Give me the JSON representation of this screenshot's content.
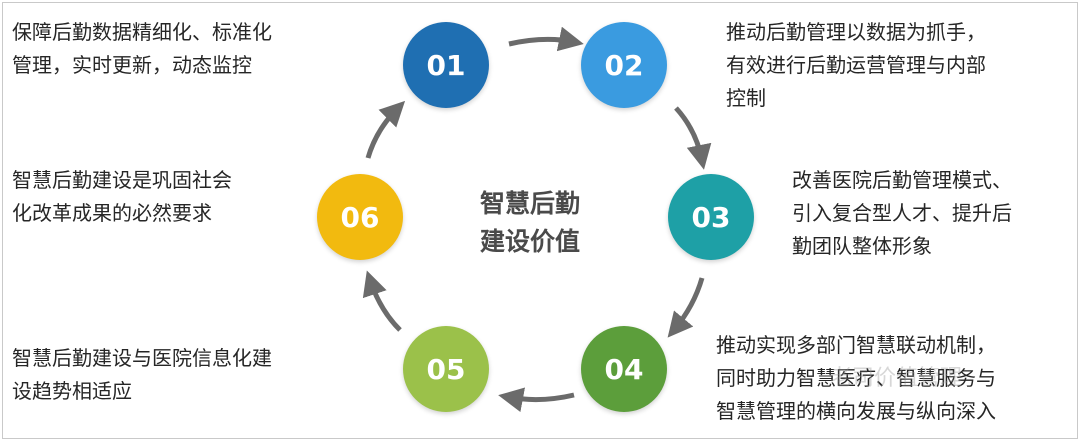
{
  "center": {
    "title": "智慧后勤\n建设价值"
  },
  "colors": {
    "n01": "#1f6fb2",
    "n02": "#3a9be0",
    "n03": "#1ea0a6",
    "n04": "#5c9e3b",
    "n05": "#9bc14a",
    "n06": "#f2ba0f",
    "arrow": "#6b6b6b"
  },
  "nodes": [
    {
      "label": "01",
      "text": "保障后勤数据精细化、标准化\n管理，实时更新，动态监控"
    },
    {
      "label": "02",
      "text": "推动后勤管理以数据为抓手，\n有效进行后勤运营管理与内部\n控制"
    },
    {
      "label": "03",
      "text": "改善医院后勤管理模式、\n引入复合型人才、提升后\n勤团队整体形象"
    },
    {
      "label": "04",
      "text": "推动实现多部门智慧联动机制，\n同时助力智慧医疗、智慧服务与\n智慧管理的横向发展与纵向深入"
    },
    {
      "label": "05",
      "text": "智慧后勤建设与医院信息化建\n设趋势相适应"
    },
    {
      "label": "06",
      "text": "智慧后勤建设是巩固社会\n化改革成果的必然要求"
    }
  ],
  "watermark": {
    "text": "老司价值管理"
  }
}
